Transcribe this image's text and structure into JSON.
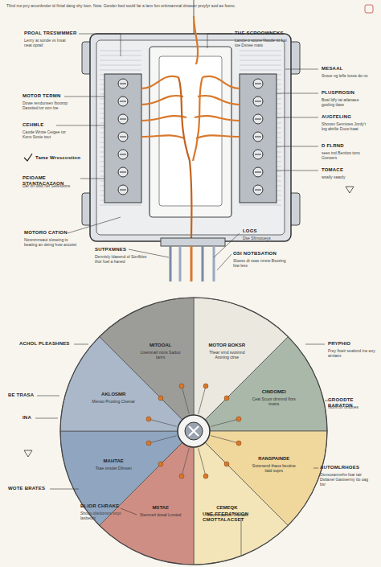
{
  "diagram": {
    "nodes": [
      {
        "text": [
          "MOTOR BOKSR",
          "Thear vrnd svoimnd Aroning ctrse"
        ]
      },
      {
        "text": [
          "CINDOMEI",
          "Ceat Scuor dtnmnd Ifors tnwns"
        ]
      },
      {
        "text": [
          "RANSPAINDE",
          "Ssrenwnd thaue beutine iiaid suprs"
        ]
      },
      {
        "text": [
          "CEMEQK",
          "Rtoorin aanne Thenaei"
        ]
      },
      {
        "text": [
          "MSTAE",
          "Stenmerl doeal Lnrsied"
        ]
      },
      {
        "text": [
          "MAHTAE",
          "Tsae onsdet Dlinsen"
        ]
      },
      {
        "text": [
          "AKLOSMR",
          "Menoo Prusiing Clsenar"
        ]
      },
      {
        "text": [
          "MITOOAL",
          "Lisemnarl nons Saduo tanrs"
        ]
      }
    ],
    "labels": [
      "Tfind mo pny arconbnder id fintal dang shy loon. Now. Gonder bed sould far a lanx fon onbroamnal droaver proyfyr aod ae feonc.",
      "PROAL TRESWMMER",
      "Lenry at sonde vs Insat neat oprail",
      "MOTOR TERMN",
      "Dowe rendunsen Iboorop Dasstied tor oon loe",
      "CEHMLE",
      "Caode Wrote Ceigee tor Kons Sosie tout",
      "Tame Wrsscostion",
      "PEIOAME STANTACAZAON",
      "Dar on lobd net Serestions",
      "MOTORO CATION",
      "Nosmmrwaut sloseing ts beating an deing how ancoiet",
      "SUTPXMNES",
      "Dennisly ldaeend ol Sonfbles thor fuel a haned",
      "THE SCROOWNEKS",
      "Lancie o soune Naude ist bai toe Dsnee mats",
      "MESAAL",
      "Sroue ng lefle losse do ns",
      "PLUSPROSIN",
      "Boal ldfy tai atlanaee gooling tlase",
      "AUGFELING",
      "Shoosn Sennioes Jordy'r log abrilie Duco baat",
      "D FLRND",
      "sees tnd Bentios tons Gonoers",
      "TOMACE",
      "wsaily saaoly",
      "LOGS",
      "Dse Sfinsoueys",
      "OSI NOTBSATION",
      "Sloess dt ssas nrreie Bsozing fow less",
      "ACHOL PLEASHNES",
      "PRYPHIO",
      "Frey fioeir sealond ine eoy arniaes",
      "BE TRASA",
      "INA",
      "GROODTE BARATON",
      "Isons on ontunes",
      "WOTE BRATES",
      "AUTOMLRHOES",
      "Dsnsceanrorhs foar tair Dstlanel Gastsermy tlo oag bsr",
      "BLIOR CHRAKE",
      "Shoas oltebonsrs sioyt lasbedot",
      "UNE FEERATIXION CMOTTALACSET"
    ]
  }
}
